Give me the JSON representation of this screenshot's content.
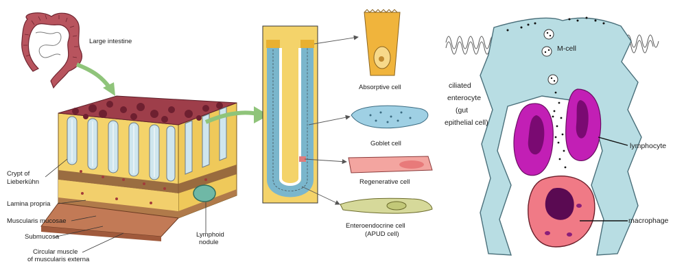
{
  "labels": {
    "large_intestine": "Large intestine",
    "crypt_line1": "Crypt of",
    "crypt_line2": "Lieberkühn",
    "lamina_propria": "Lamina propria",
    "muscularis_mucosae": "Muscularis mucosae",
    "submucosa": "Submucosa",
    "circular_line1": "Circular muscle",
    "circular_line2": "of muscularis externa",
    "lymphoid_line1": "Lymphoid",
    "lymphoid_line2": "nodule",
    "absorptive": "Absorptive cell",
    "goblet": "Goblet cell",
    "regenerative": "Regenerative cell",
    "entero_line1": "Enteroendocrine cell",
    "entero_line2": "(APUD cell)",
    "m_cell": "M-cell",
    "ciliated_line1": "ciliated",
    "ciliated_line2": "enterocyte",
    "ciliated_line3": "(gut",
    "ciliated_line4": "epithelial cell)",
    "lymphocyte": "lymphocyte",
    "macrophage": "macrophage"
  },
  "colors": {
    "mucosa_yellow": "#f4d36a",
    "intestine_red": "#8e2f3c",
    "cell_blue": "#8fc6d8",
    "m_cell_blue": "#b8dde3",
    "lymphocyte_magenta": "#c21fb5",
    "macrophage_pink": "#f07a86",
    "arrow_green": "#8fc47a"
  }
}
